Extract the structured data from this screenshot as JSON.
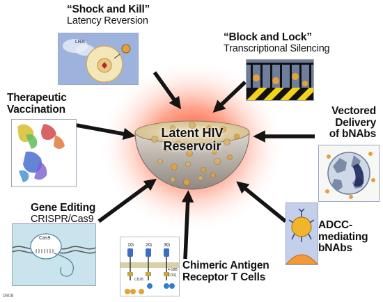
{
  "center": {
    "line1": "Latent HIV",
    "line2": "Reservoir"
  },
  "strategies": [
    {
      "id": "shock-and-kill",
      "title": "“Shock and Kill”",
      "subtitle": "Latency Reversion"
    },
    {
      "id": "block-and-lock",
      "title": "“Block and Lock”",
      "subtitle": "Transcriptional Silencing"
    },
    {
      "id": "therapeutic-vaccination",
      "title_lines": [
        "Therapeutic",
        "Vaccination"
      ]
    },
    {
      "id": "vectored-delivery",
      "title_lines": [
        "Vectored",
        "Delivery",
        "of bNAbs"
      ]
    },
    {
      "id": "gene-editing",
      "title": "Gene Editing",
      "subtitle": "CRISPR/Cas9"
    },
    {
      "id": "adcc",
      "title_lines": [
        "ADCC-",
        "mediating",
        "bNAbs"
      ]
    },
    {
      "id": "car-t",
      "title_lines": [
        "Chimeric Antigen",
        "Receptor T Cells"
      ]
    }
  ],
  "panel_text": {
    "lra": "LRA",
    "cas9": "Cas9",
    "gen1": "1G",
    "gen2": "2G",
    "gen3": "3G",
    "cd28": "CD28",
    "cd3z": "CD3ζ",
    "costim": "4-1BB"
  },
  "credit": "0808",
  "colors": {
    "glow": "#ff3a1a",
    "reservoir_bowl": "#c9c2bb",
    "reservoir_top": "#e4d2a8",
    "arrow": "#141414",
    "lock_stripe": "#f2d21a"
  }
}
